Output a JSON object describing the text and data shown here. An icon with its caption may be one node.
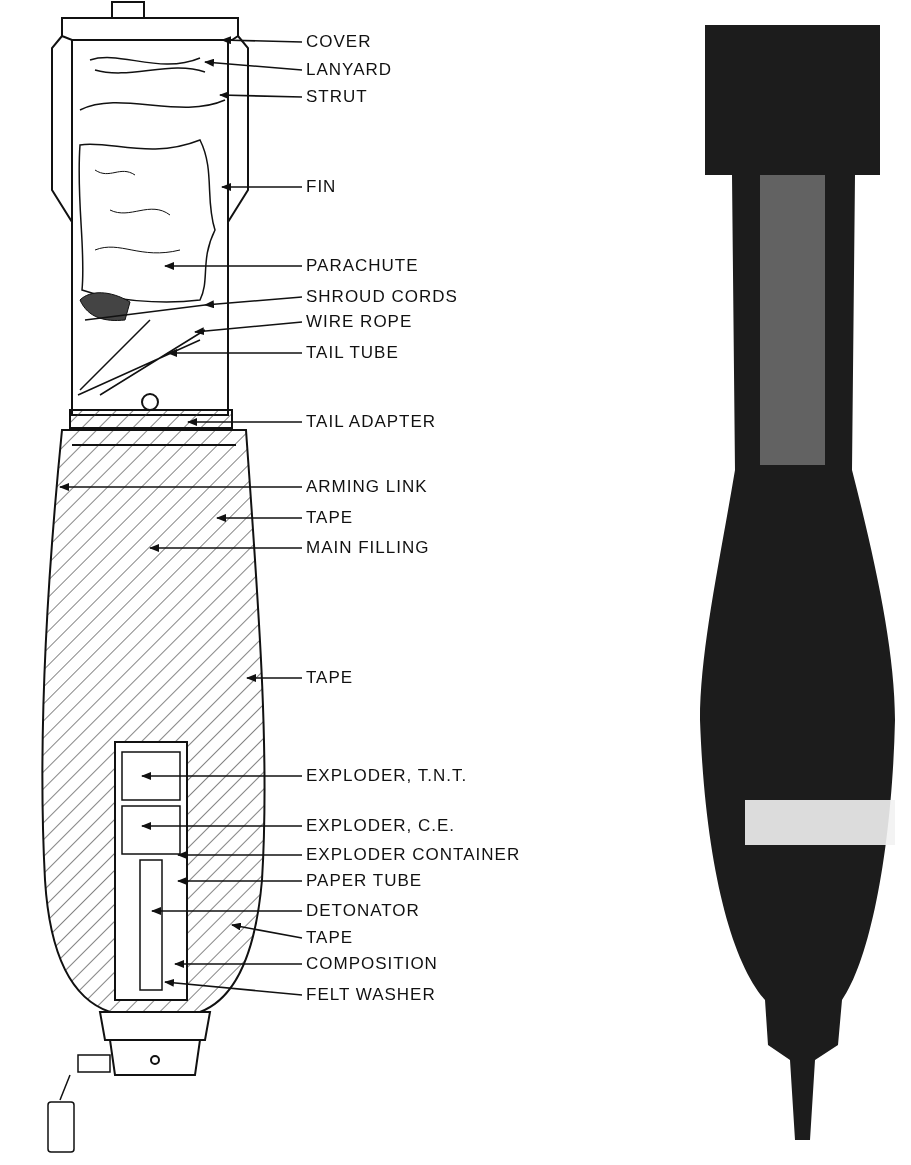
{
  "diagram": {
    "nodes": [
      {
        "text": [
          "COVER"
        ]
      },
      {
        "text": [
          "LANYARD"
        ]
      },
      {
        "text": [
          "STRUT"
        ]
      },
      {
        "text": [
          "FIN"
        ]
      },
      {
        "text": [
          "PARACHUTE"
        ]
      },
      {
        "text": [
          "SHROUD CORDS"
        ]
      },
      {
        "text": [
          "WIRE ROPE"
        ]
      },
      {
        "text": [
          "TAIL TUBE"
        ]
      },
      {
        "text": [
          "TAIL ADAPTER"
        ]
      },
      {
        "text": [
          "ARMING LINK"
        ]
      },
      {
        "text": [
          "TAPE"
        ]
      },
      {
        "text": [
          "MAIN FILLING"
        ]
      },
      {
        "text": [
          "TAPE"
        ]
      },
      {
        "text": [
          "EXPLODER, T.N.T."
        ]
      },
      {
        "text": [
          "EXPLODER, C.E."
        ]
      },
      {
        "text": [
          "EXPLODER CONTAINER"
        ]
      },
      {
        "text": [
          "PAPER TUBE"
        ]
      },
      {
        "text": [
          "DETONATOR"
        ]
      },
      {
        "text": [
          "TAPE"
        ]
      },
      {
        "text": [
          "COMPOSITION"
        ]
      },
      {
        "text": [
          "FELT WASHER"
        ]
      }
    ],
    "edges": [
      {
        "from": 0,
        "to": null,
        "arrow": "to"
      },
      {
        "from": 1,
        "to": null,
        "arrow": "to"
      },
      {
        "from": 2,
        "to": null,
        "arrow": "to"
      },
      {
        "from": 3,
        "to": null,
        "arrow": "to"
      },
      {
        "from": 4,
        "to": null,
        "arrow": "to"
      },
      {
        "from": 5,
        "to": null,
        "arrow": "to"
      },
      {
        "from": 6,
        "to": null,
        "arrow": "to"
      },
      {
        "from": 7,
        "to": null,
        "arrow": "to"
      },
      {
        "from": 8,
        "to": null,
        "arrow": "to"
      },
      {
        "from": 9,
        "to": null,
        "arrow": "to"
      },
      {
        "from": 10,
        "to": null,
        "arrow": "to"
      },
      {
        "from": 11,
        "to": null,
        "arrow": "to"
      },
      {
        "from": 12,
        "to": null,
        "arrow": "to"
      },
      {
        "from": 13,
        "to": null,
        "arrow": "to"
      },
      {
        "from": 14,
        "to": null,
        "arrow": "to"
      },
      {
        "from": 15,
        "to": null,
        "arrow": "to"
      },
      {
        "from": 16,
        "to": null,
        "arrow": "to"
      },
      {
        "from": 17,
        "to": null,
        "arrow": "to"
      },
      {
        "from": 18,
        "to": null,
        "arrow": "to"
      },
      {
        "from": 19,
        "to": null,
        "arrow": "to"
      },
      {
        "from": 20,
        "to": null,
        "arrow": "to"
      }
    ]
  }
}
